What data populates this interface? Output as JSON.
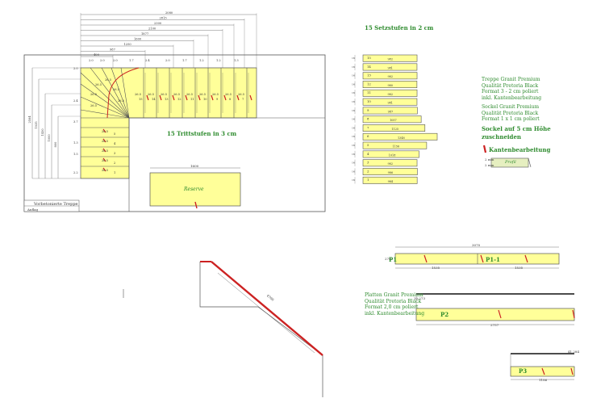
{
  "colors": {
    "stone": "#ffff99",
    "stone_alt": "#ffffb0",
    "edge": "#cc2222",
    "green_text": "#2e8b2e",
    "line": "#555555",
    "profile_fill": "#e6efc0"
  },
  "plan": {
    "top_dims": [
      "2080",
      "2815",
      "2300",
      "2100",
      "1877",
      "1600",
      "1250",
      "987",
      "400"
    ],
    "bottom_labels": [
      "Vorbetonierte Treppe",
      "Auflag"
    ],
    "reserve_label": "Reserve",
    "reserve_dim": "1600",
    "trittstufen_title": "15 Trittstufen in 3 cm",
    "angle_labels": [
      "2.0",
      "2.0",
      "2.0",
      "1.7",
      "2.4",
      "2.0",
      "1.7",
      "1.2",
      "1.2",
      "1.3"
    ],
    "left_side_labels": [
      "2.0",
      "2.4",
      "3.7",
      "1.3",
      "1.5",
      "2.2"
    ],
    "left_dims": [
      "2584",
      "1935",
      "1430",
      "1000",
      "800"
    ],
    "winder_numbers": [
      "15",
      "14",
      "13",
      "12",
      "11",
      "10",
      "9",
      "8",
      "7",
      "6",
      "5",
      "4",
      "3",
      "2",
      "1"
    ],
    "step_depth": "26.5"
  },
  "riser": {
    "title": "15 Setzstufen in 2 cm",
    "rows": [
      {
        "n": "15",
        "w": "982"
      },
      {
        "n": "14",
        "w": "981"
      },
      {
        "n": "13",
        "w": "982"
      },
      {
        "n": "12",
        "w": "980"
      },
      {
        "n": "11",
        "w": "982"
      },
      {
        "n": "10",
        "w": "981"
      },
      {
        "n": "9",
        "w": "987"
      },
      {
        "n": "8",
        "w": "1057"
      },
      {
        "n": "7",
        "w": "1125"
      },
      {
        "n": "6",
        "w": "1348"
      },
      {
        "n": "5",
        "w": "1156"
      },
      {
        "n": "4",
        "w": "1018"
      },
      {
        "n": "3",
        "w": "982"
      },
      {
        "n": "2",
        "w": "986"
      },
      {
        "n": "1",
        "w": "984"
      }
    ]
  },
  "notes": {
    "treppe": [
      "Treppe Granit Premium",
      "Qualität Pretoria Black",
      "Format 3 - 2 cm poliert",
      "inkl. Kantenbearbeitung"
    ],
    "sockel": [
      "Sockel Granit Premium",
      "Qualität Pretoria Black",
      "Format 1 x 1 cm poliert"
    ],
    "sockel_cut": [
      "Sockel auf 5 cm Höhe",
      "zuschneiden"
    ],
    "kanten": "Kantenbearbeitung",
    "profil": "Profil",
    "profil_dims": [
      "2 mm",
      "2 mm"
    ]
  },
  "platten": {
    "info": [
      "Platten Granit Premium",
      "Qualität Pretoria Black",
      "Format 2,0 cm poliert",
      "inkl. Kantenbearbeitung"
    ],
    "p1": {
      "label": "P1",
      "label2": "P1-1",
      "total": "3070",
      "left": "1535",
      "right": "1535",
      "height": "270"
    },
    "p2": {
      "label": "P2",
      "total": "2757",
      "offset": "20.273"
    },
    "p3": {
      "label": "P3",
      "total": "1186",
      "offset": "41.284"
    }
  },
  "side": {
    "length_label": "4700"
  }
}
